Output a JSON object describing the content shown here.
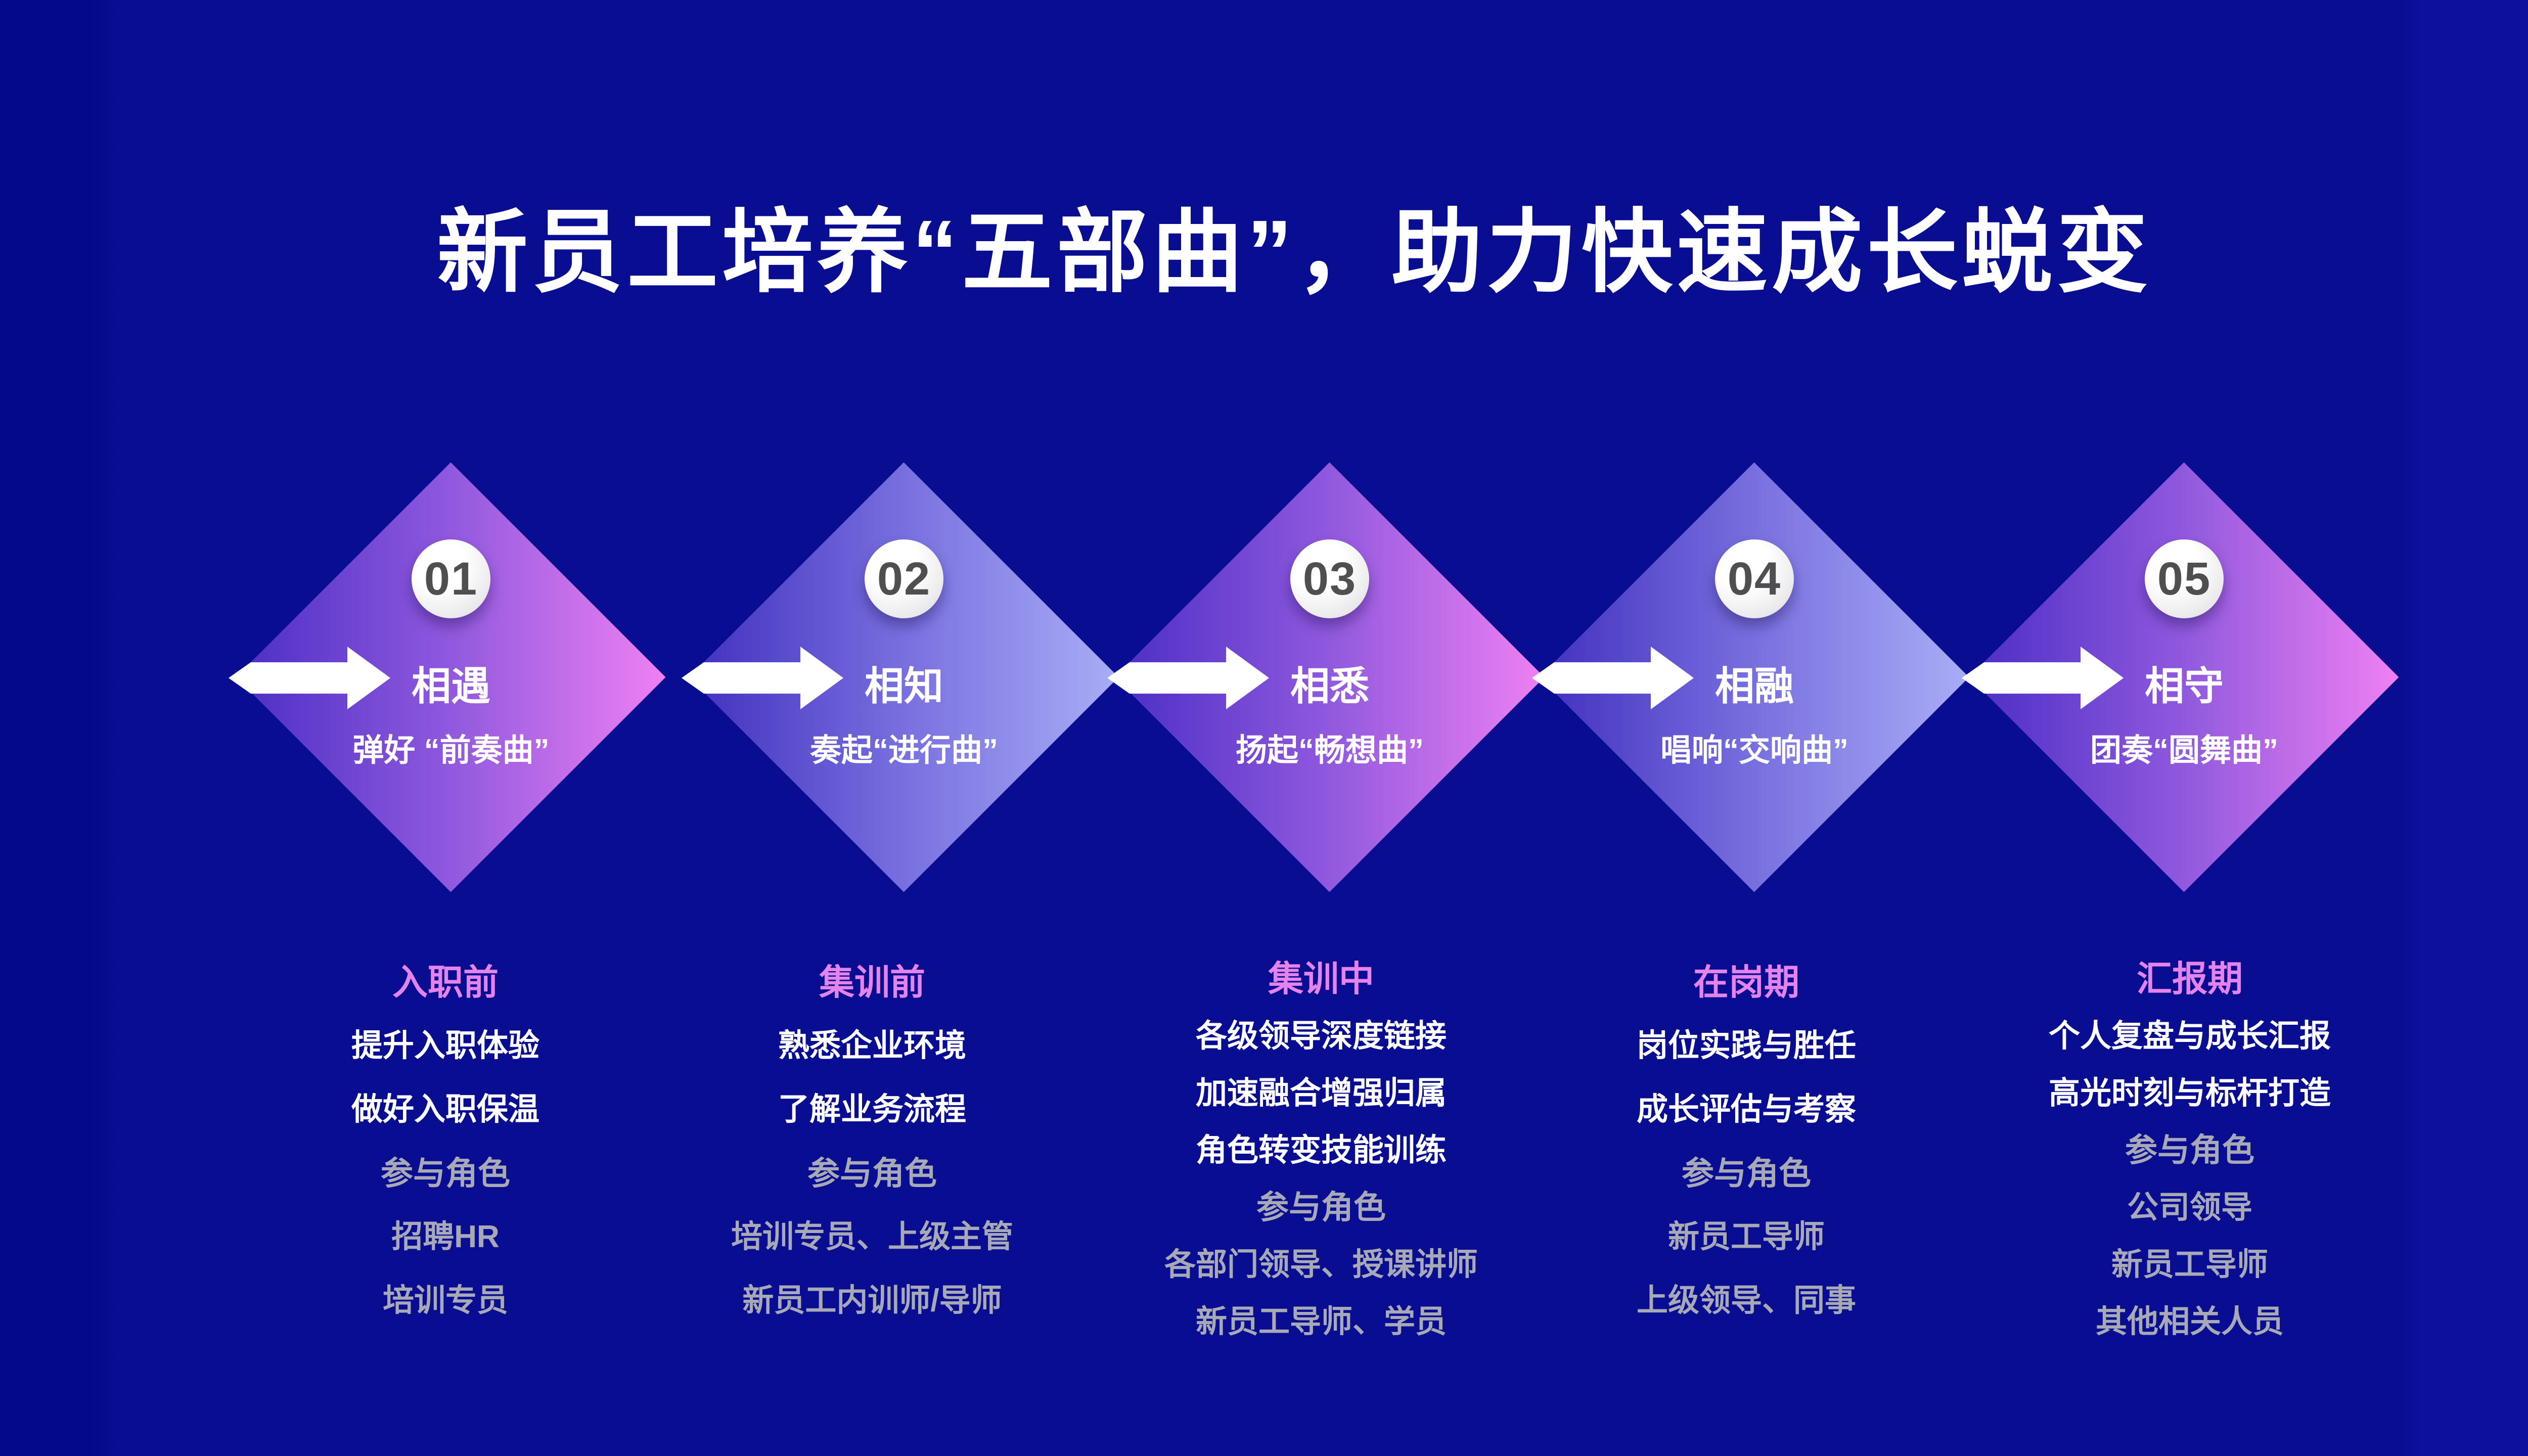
{
  "slide": {
    "title": "新员工培养“五部曲”，助力快速成长蜕变"
  },
  "colors": {
    "background": "#080d91",
    "diamond_purple_pink": [
      "#4b2ec5",
      "#9059de",
      "#ef80f3"
    ],
    "diamond_indigo_periwinkle": [
      "#4130bf",
      "#7a72e0",
      "#a9adf6"
    ],
    "phase_label": "#e583ec",
    "secondary_text": "#a8a9b6",
    "badge_number": "#4f4f52",
    "arrow": "#ffffff",
    "title_text": "#ffffff"
  },
  "stages": [
    {
      "number": "01",
      "name": "相遇",
      "tagline": "弹好 “前奏曲”",
      "phase": "入职前",
      "tasks": [
        "提升入职体验",
        "做好入职保温"
      ],
      "role_label": "参与角色",
      "roles": [
        "招聘HR",
        "培训专员"
      ]
    },
    {
      "number": "02",
      "name": "相知",
      "tagline": "奏起“进行曲”",
      "phase": "集训前",
      "tasks": [
        "熟悉企业环境",
        "了解业务流程"
      ],
      "role_label": "参与角色",
      "roles": [
        "培训专员、上级主管",
        "新员工内训师/导师"
      ]
    },
    {
      "number": "03",
      "name": "相悉",
      "tagline": "扬起“畅想曲”",
      "phase": "集训中",
      "tasks": [
        "各级领导深度链接",
        "加速融合增强归属",
        "角色转变技能训练"
      ],
      "role_label": "参与角色",
      "roles": [
        "各部门领导、授课讲师",
        "新员工导师、学员"
      ]
    },
    {
      "number": "04",
      "name": "相融",
      "tagline": "唱响“交响曲”",
      "phase": "在岗期",
      "tasks": [
        "岗位实践与胜任",
        "成长评估与考察"
      ],
      "role_label": "参与角色",
      "roles": [
        "新员工导师",
        "上级领导、同事"
      ]
    },
    {
      "number": "05",
      "name": "相守",
      "tagline": "团奏“圆舞曲”",
      "phase": "汇报期",
      "tasks": [
        "个人复盘与成长汇报",
        "高光时刻与标杆打造"
      ],
      "role_label": "参与角色",
      "roles": [
        "公司领导",
        "新员工导师",
        "其他相关人员"
      ]
    }
  ]
}
